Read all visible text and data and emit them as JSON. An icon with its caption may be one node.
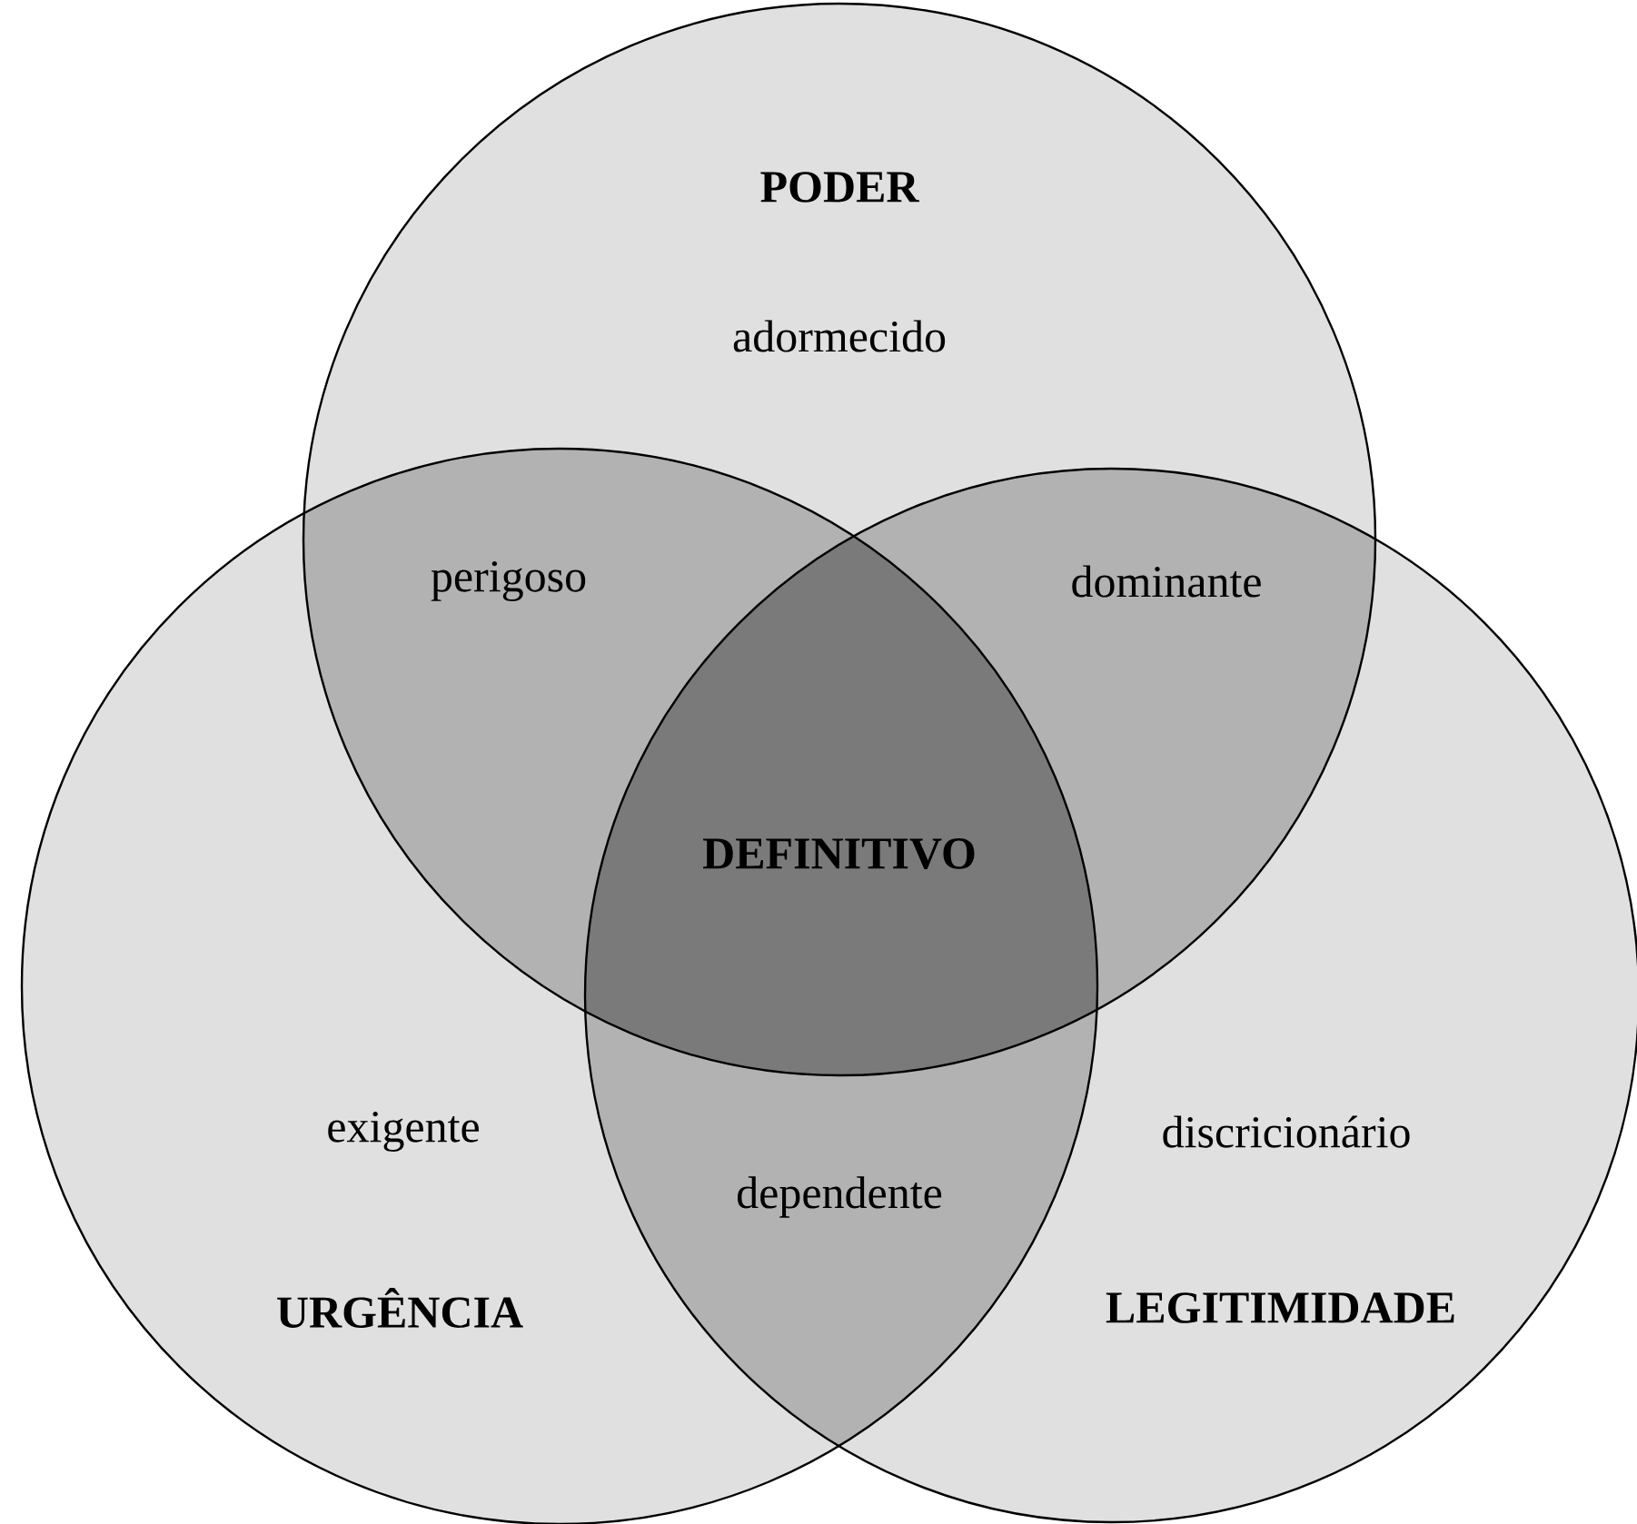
{
  "diagram": {
    "nodes": [
      {
        "text": [
          "PODER",
          "adormecido"
        ]
      },
      {
        "text": [
          "exigente",
          "URGÊNCIA"
        ]
      },
      {
        "text": [
          "discricionário",
          "LEGITIMIDADE"
        ]
      }
    ],
    "labels": [
      "perigoso",
      "dominante",
      "DEFINITIVO",
      "dependente"
    ]
  }
}
